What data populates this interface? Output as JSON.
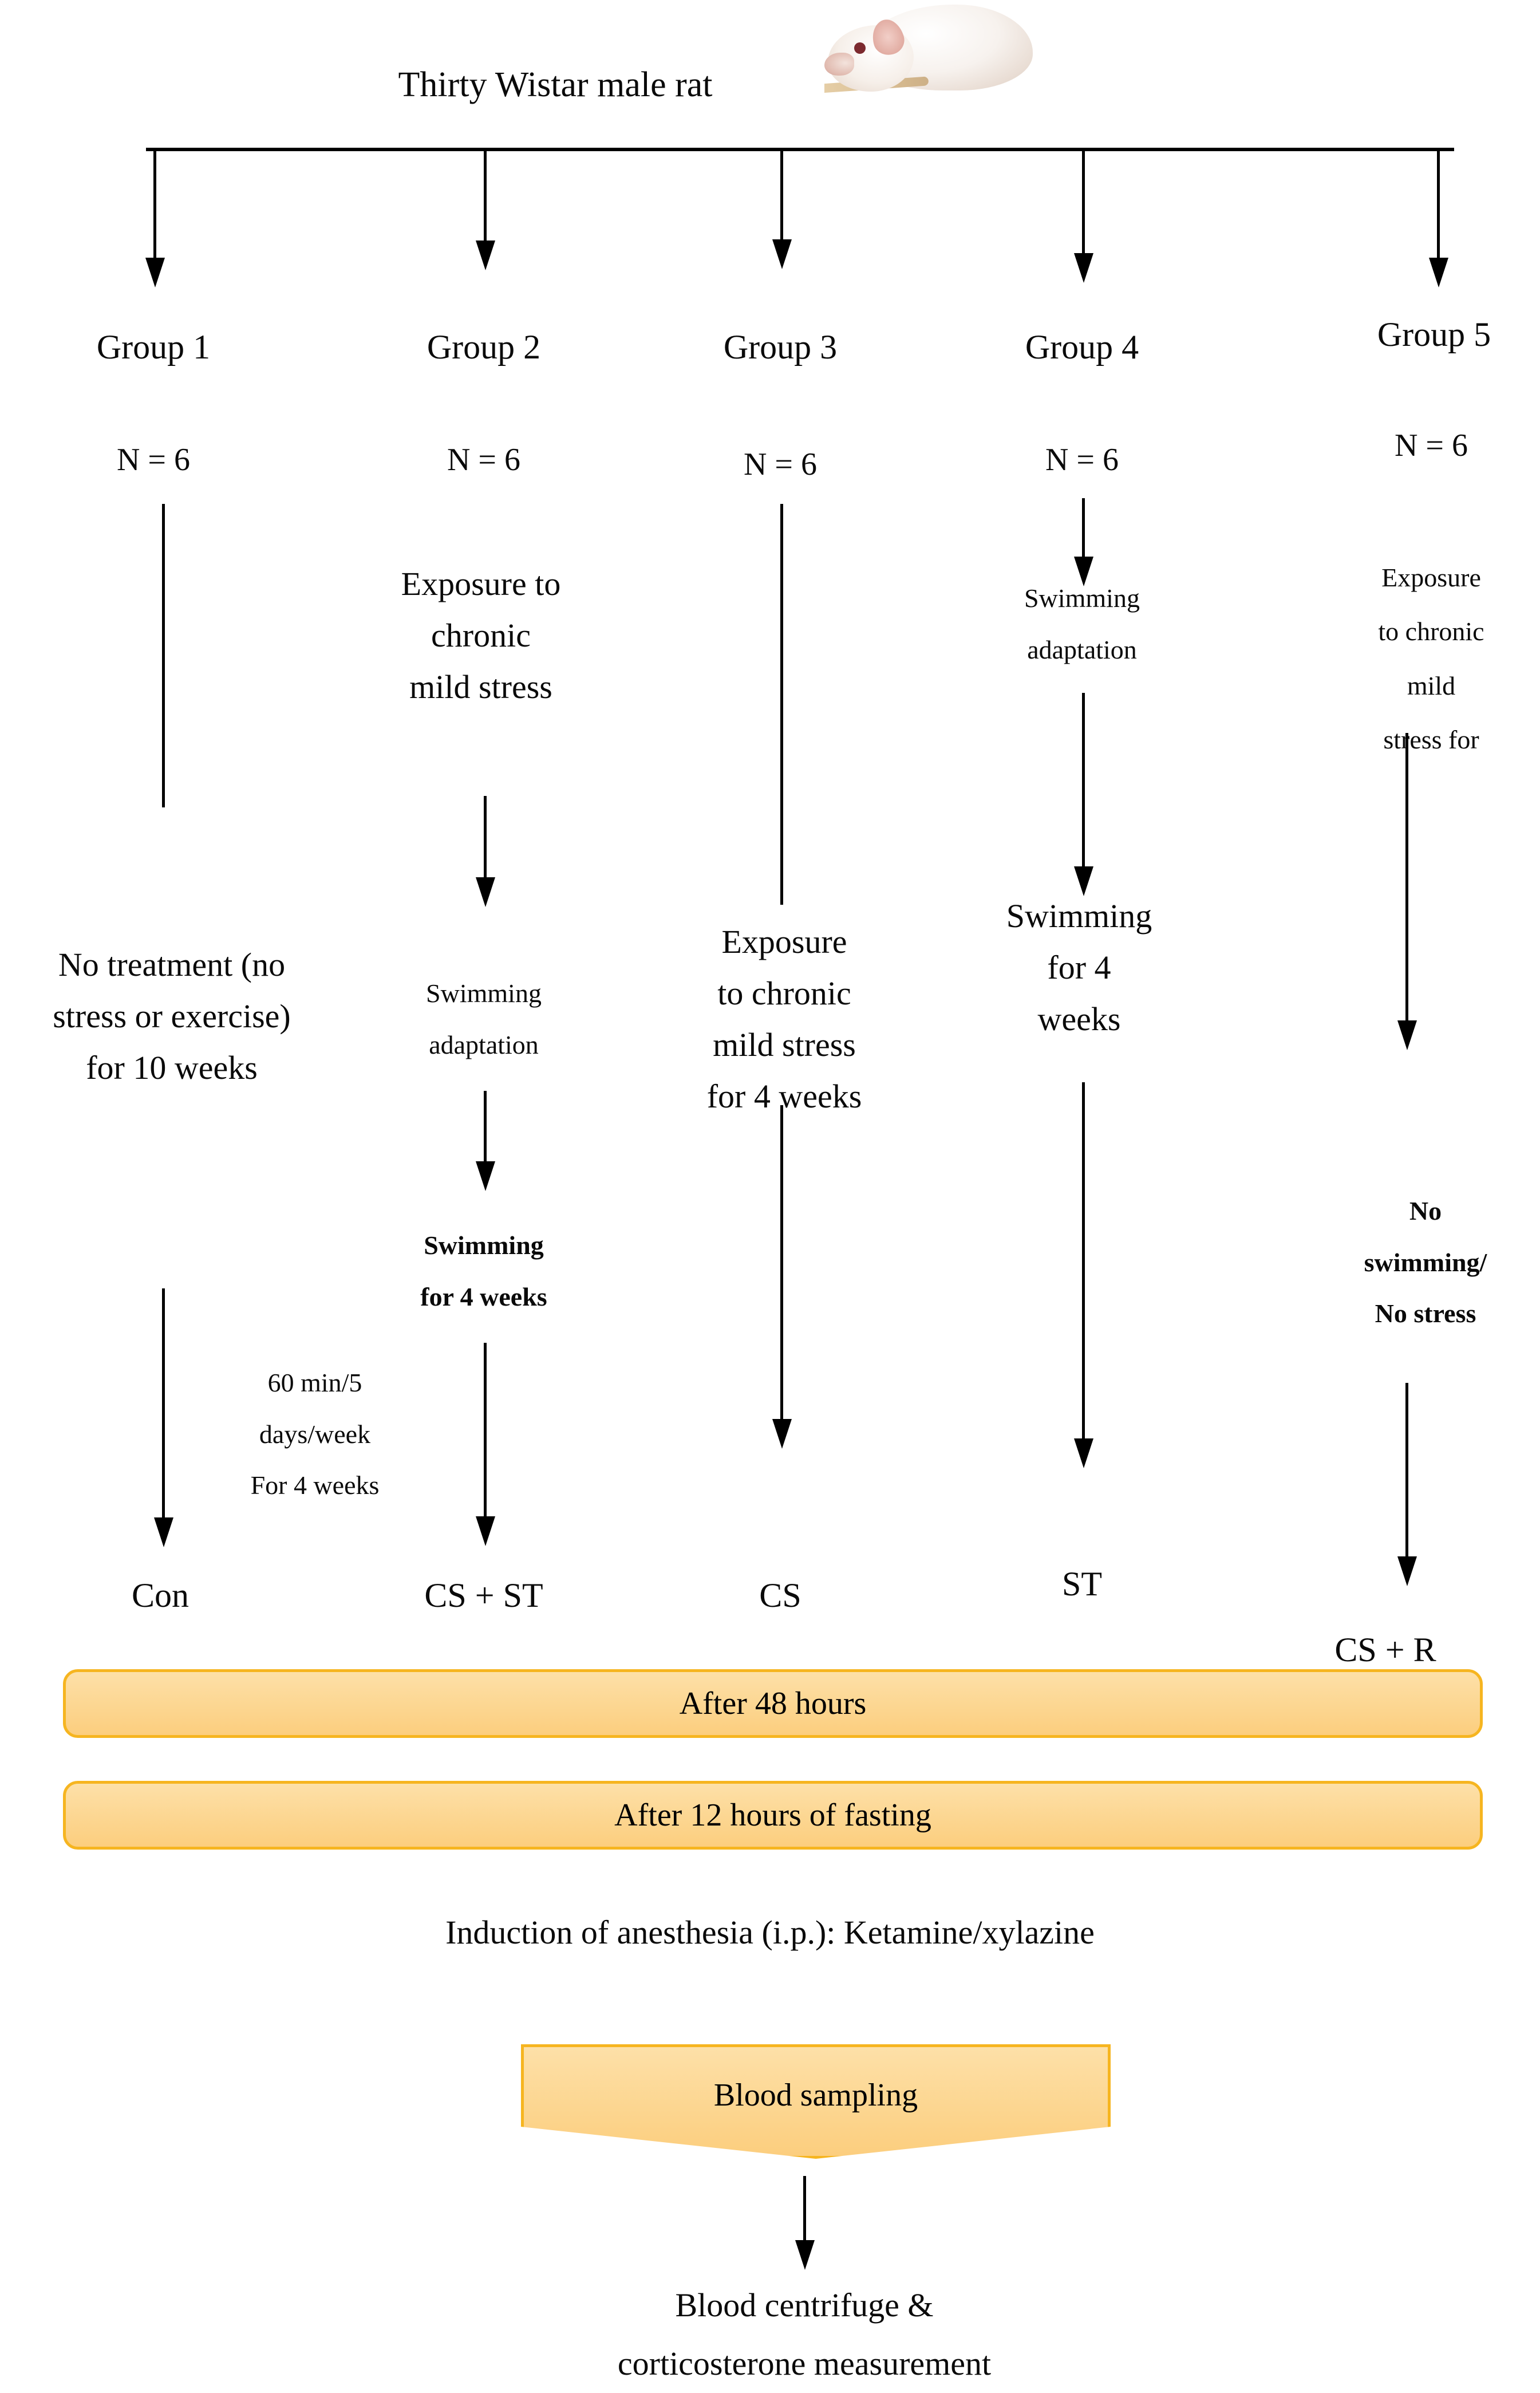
{
  "header": {
    "title": "Thirty Wistar male rat",
    "rat_photo_alt": "white-wistar-rat-photo"
  },
  "groups": [
    {
      "id": "group-1",
      "name": "Group 1",
      "n": "N = 6",
      "steps": [
        "No treatment (no\nstress or exercise)\nfor 10 weeks"
      ],
      "note": "60 min/5\ndays/week\nFor 4 weeks",
      "code": "Con"
    },
    {
      "id": "group-2",
      "name": "Group 2",
      "n": "N = 6",
      "steps": [
        "Exposure to\nchronic\nmild stress",
        "Swimming\nadaptation",
        "Swimming\nfor 4 weeks"
      ],
      "code": "CS + ST"
    },
    {
      "id": "group-3",
      "name": "Group 3",
      "n": "N = 6",
      "steps": [
        "Exposure\nto chronic\nmild stress\nfor 4 weeks"
      ],
      "code": "CS"
    },
    {
      "id": "group-4",
      "name": "Group 4",
      "n": "N = 6",
      "steps": [
        "Swimming\nadaptation",
        "Swimming\nfor 4\nweeks"
      ],
      "code": "ST"
    },
    {
      "id": "group-5",
      "name": "Group 5",
      "n": "N = 6",
      "steps": [
        "Exposure\nto chronic\nmild\nstress for",
        "No\nswimming/\nNo stress"
      ],
      "code": "CS + R"
    }
  ],
  "stages": {
    "after_48_hours": "After 48 hours",
    "after_fasting": "After 12 hours of fasting",
    "anesthesia": "Induction of anesthesia (i.p.): Ketamine/xylazine",
    "blood_sampling": "Blood sampling",
    "final": "Blood centrifuge &\ncorticosterone measurement"
  },
  "colors": {
    "box_fill": "#FCD58A",
    "box_border": "#F6B520",
    "text": "#000000",
    "background": "#FFFFFF"
  }
}
